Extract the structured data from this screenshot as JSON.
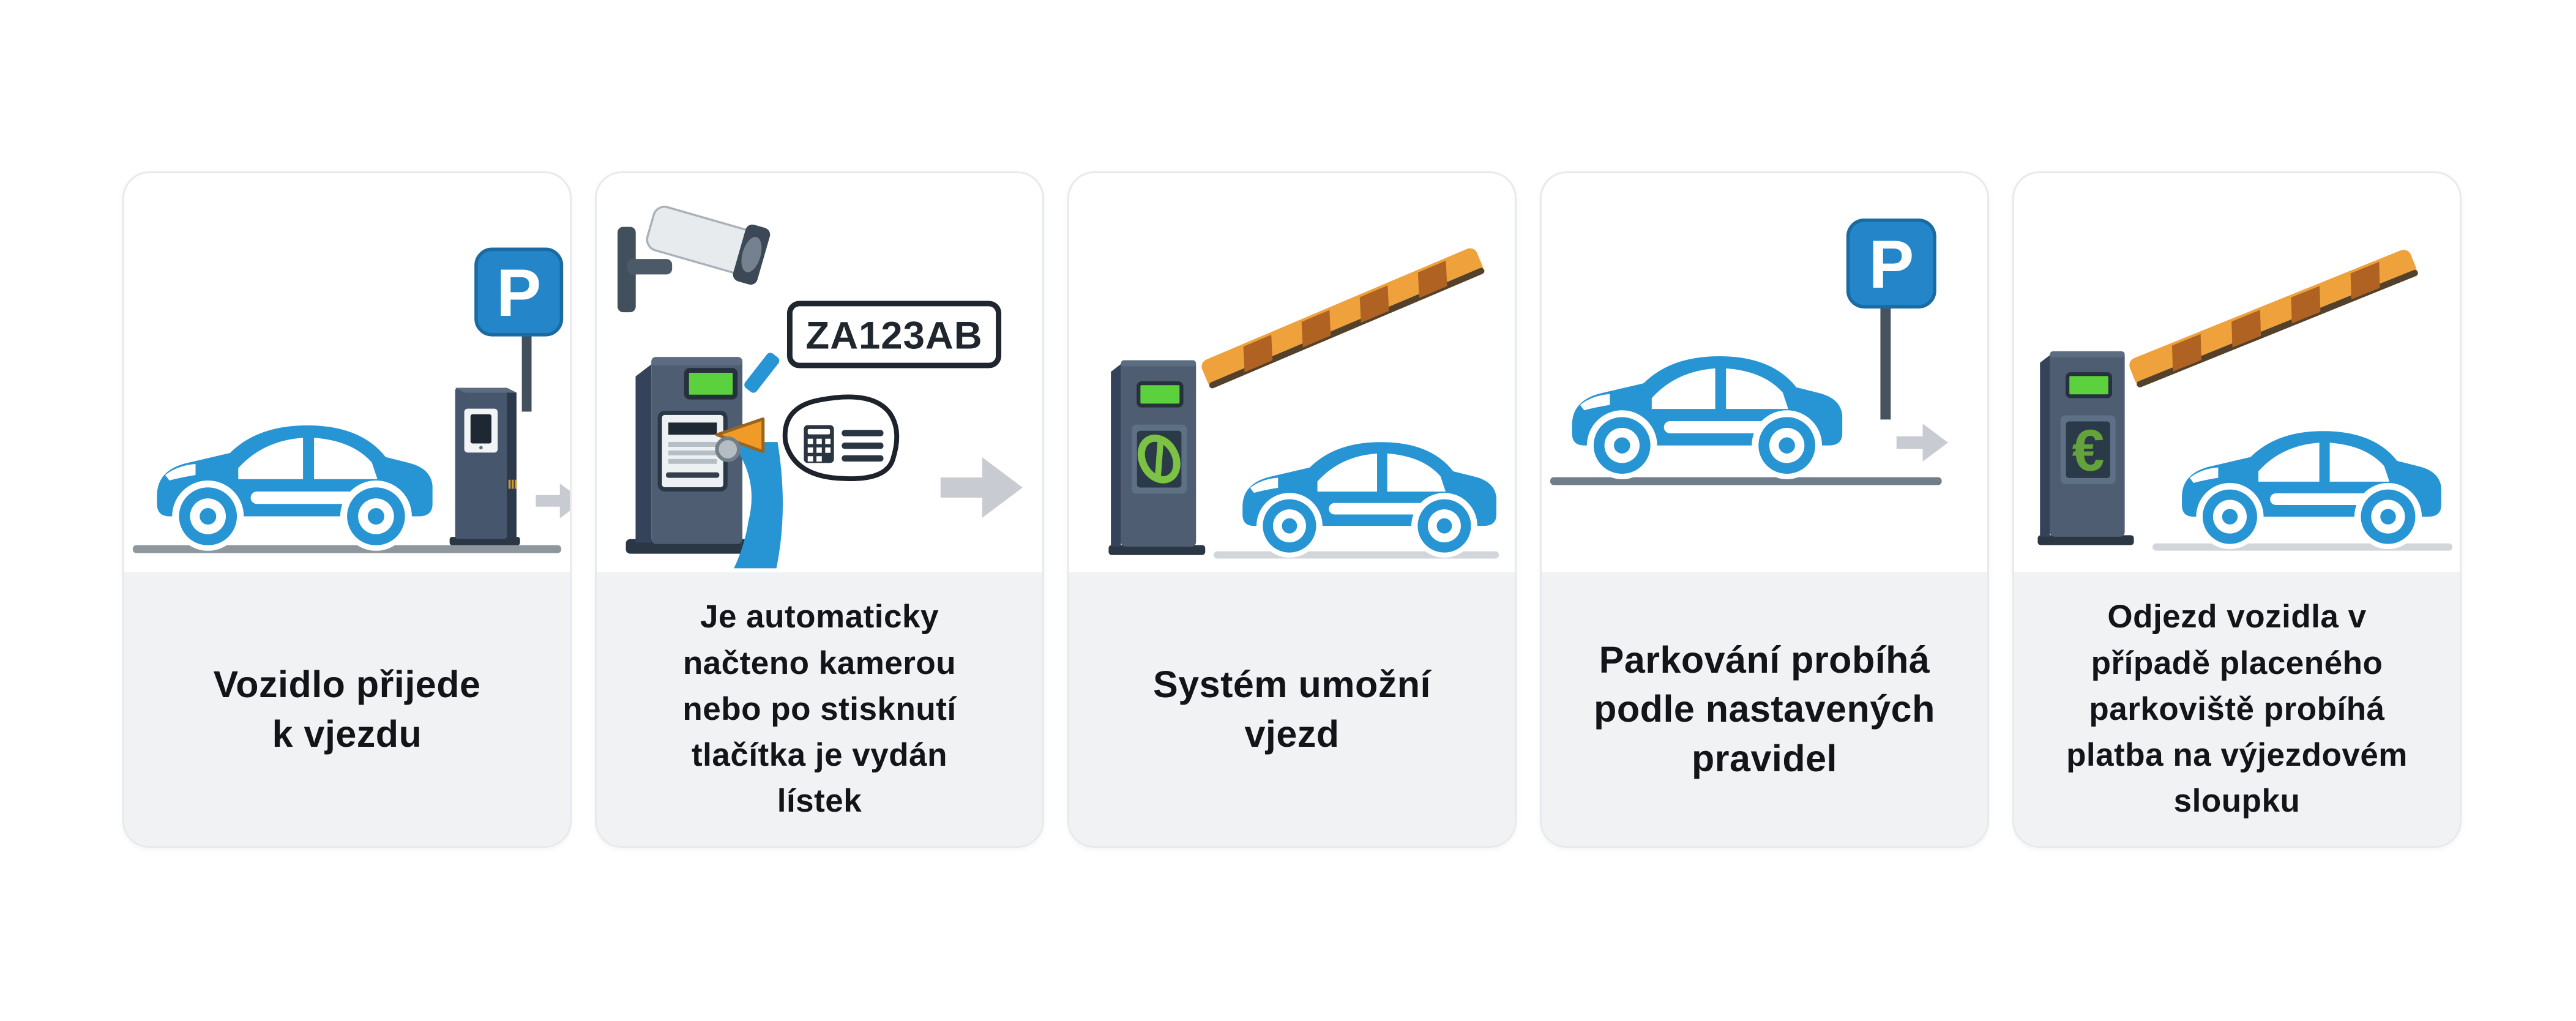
{
  "diagram": {
    "title": "",
    "description": "Five-step parking system entry process infographic",
    "language": "cs",
    "step_count": 5
  },
  "steps": [
    {
      "name": "vehicle-arrives",
      "caption": "Vozidlo přijede\nk vjezdu",
      "illustration": "blue car approaching entry ticket terminal with parking sign and right arrow"
    },
    {
      "name": "plate-read-or-ticket-issued",
      "caption": "Je automaticky\nnačteno kamerou\nnebo po stisknutí\ntlačítka je vydán\nlístek",
      "illustration": "CCTV camera reading license plate, ticket machine issuing ticket, right arrow"
    },
    {
      "name": "system-allows-entry",
      "caption": "Systém umožní\nvjezd",
      "illustration": "barrier gate column with green check, raised striped barrier arm, blue car"
    },
    {
      "name": "parking-by-rules",
      "caption": "Parkování probíhá\npodle nastavených\npravidel",
      "illustration": "blue car parked beside parking sign on pole, right arrow"
    },
    {
      "name": "exit-and-payment",
      "caption": "Odjezd vozidla v\npřípadě placeného\nparkoviště probíhá\nplatba na výjezdovém\nsloupku",
      "illustration": "exit barrier column with euro symbol, raised striped barrier arm, blue car"
    }
  ],
  "license_plate": "ZA123AB",
  "parking_sign_letter": "P",
  "euro_symbol": "€",
  "icons": [
    "car-icon",
    "parking-sign-icon",
    "entry-kiosk-icon",
    "cctv-camera-icon",
    "license-plate",
    "ticket-machine-icon",
    "parking-ticket-icon",
    "barrier-gate-icon",
    "check-icon",
    "euro-icon",
    "arrow-right-icon",
    "ground-line"
  ],
  "colors": {
    "car_blue": "#2795d3",
    "sign_blue": "#2486c8",
    "kiosk_slate": "#4e5d72",
    "kiosk_dark": "#2b3744",
    "screen_green": "#5cd13e",
    "accent_green": "#7cc344",
    "barrier_orange": "#efa23c",
    "barrier_stripe": "#b06222",
    "arrow_gray": "#c8ccd2",
    "ground_dark": "#78828c",
    "ground_light": "#d2d6da",
    "caption_bg": "#f1f2f4",
    "caption_text": "#121417",
    "card_border": "#e7e9ed"
  }
}
